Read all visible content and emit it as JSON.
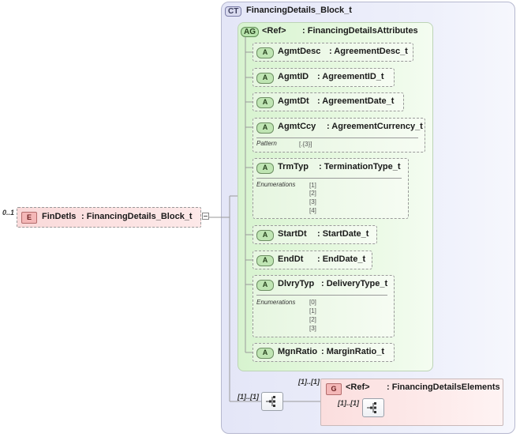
{
  "complex_type": {
    "badge": "CT",
    "name": "FinancingDetails_Block_t"
  },
  "attribute_group": {
    "badge": "AG",
    "ref_label": "<Ref>",
    "type": ": FinancingDetailsAttributes",
    "attributes": [
      {
        "badge": "A",
        "name": "AgmtDesc",
        "type": ": AgreementDesc_t"
      },
      {
        "badge": "A",
        "name": "AgmtID",
        "type": ": AgreementID_t"
      },
      {
        "badge": "A",
        "name": "AgmtDt",
        "type": ": AgreementDate_t"
      },
      {
        "badge": "A",
        "name": "AgmtCcy",
        "type": ": AgreementCurrency_t",
        "facet_label": "Pattern",
        "facet_values": [
          "[.{3}]"
        ]
      },
      {
        "badge": "A",
        "name": "TrmTyp",
        "type": ": TerminationType_t",
        "facet_label": "Enumerations",
        "facet_values": [
          "[1]",
          "[2]",
          "[3]",
          "[4]"
        ]
      },
      {
        "badge": "A",
        "name": "StartDt",
        "type": ": StartDate_t"
      },
      {
        "badge": "A",
        "name": "EndDt",
        "type": ": EndDate_t"
      },
      {
        "badge": "A",
        "name": "DlvryTyp",
        "type": ": DeliveryType_t",
        "facet_label": "Enumerations",
        "facet_values": [
          "[0]",
          "[1]",
          "[2]",
          "[3]"
        ]
      },
      {
        "badge": "A",
        "name": "MgnRatio",
        "type": ": MarginRatio_t"
      }
    ]
  },
  "element": {
    "badge": "E",
    "occurrence": "0..1",
    "name": "FinDetls",
    "type": ": FinancingDetails_Block_t"
  },
  "sequence": {
    "occurrence": "[1]..[1]"
  },
  "group_ref": {
    "badge": "G",
    "occurrence": "[1]..[1]",
    "ref_label": "<Ref>",
    "type": ": FinancingDetailsElements",
    "inner_sequence_occurrence": "[1]..[1]"
  },
  "colors": {
    "complex_type_bg": "#e4e6f7",
    "attribute_group_bg": "#d7f3cf",
    "element_bg": "#fadada",
    "group_bg": "#fbdede",
    "connector": "#9a9a9a"
  }
}
